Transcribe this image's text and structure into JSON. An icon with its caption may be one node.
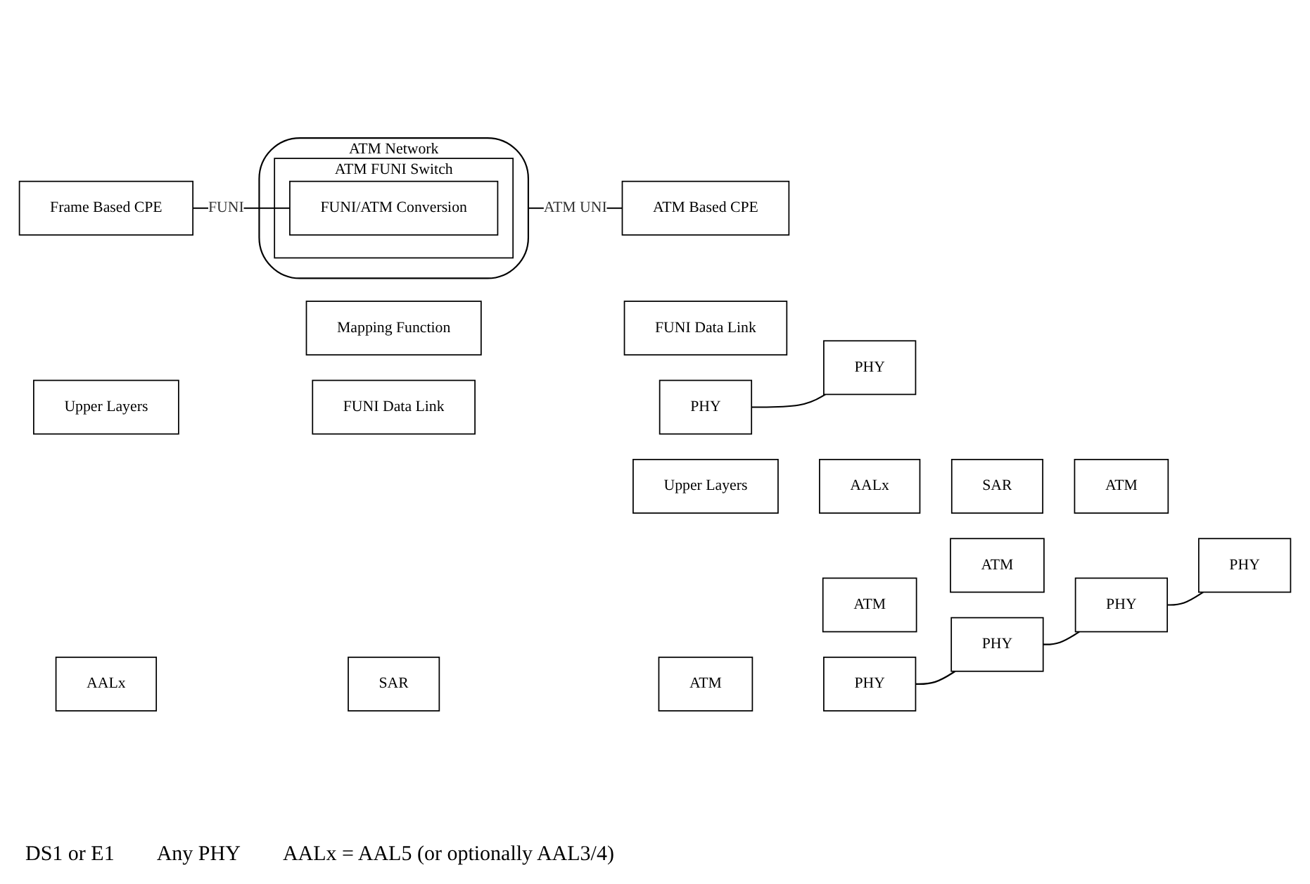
{
  "diagram": {
    "nodes": [
      {
        "text": [
          "Frame Based CPE"
        ]
      },
      {
        "text": [
          "ATM Network"
        ]
      },
      {
        "text": [
          "ATM FUNI Switch"
        ],
        "in": 1
      },
      {
        "text": [
          "FUNI/ATM Conversion"
        ],
        "in": 2
      },
      {
        "text": [
          "ATM Based CPE"
        ]
      },
      {
        "text": [
          "Upper Layers"
        ]
      },
      {
        "text": [
          "FUNI Data Link"
        ]
      },
      {
        "text": [
          "PHY"
        ]
      },
      {
        "text": [
          "Mapping Function"
        ]
      },
      {
        "text": [
          "FUNI Data Link"
        ]
      },
      {
        "text": [
          "AALx"
        ]
      },
      {
        "text": [
          "SAR"
        ]
      },
      {
        "text": [
          "ATM"
        ]
      },
      {
        "text": [
          "PHY"
        ]
      },
      {
        "text": [
          "PHY"
        ]
      },
      {
        "text": [
          "ATM"
        ]
      },
      {
        "text": [
          "PHY"
        ]
      },
      {
        "text": [
          "ATM"
        ]
      },
      {
        "text": [
          "PHY"
        ]
      },
      {
        "text": [
          "Upper Layers"
        ]
      },
      {
        "text": [
          "AALx"
        ]
      },
      {
        "text": [
          "SAR"
        ]
      },
      {
        "text": [
          "ATM"
        ]
      },
      {
        "text": [
          "PHY"
        ]
      }
    ],
    "edges": [
      {
        "from": 0,
        "to": 3,
        "arrow": "none",
        "label": "FUNI"
      },
      {
        "from": 1,
        "to": 4,
        "arrow": "none",
        "label": "ATM UNI"
      },
      {
        "from": 7,
        "to": 13,
        "arrow": "none"
      },
      {
        "from": 14,
        "to": 16,
        "arrow": "none"
      },
      {
        "from": 16,
        "to": 18,
        "arrow": "none"
      },
      {
        "from": 18,
        "to": 23,
        "arrow": "none"
      }
    ],
    "labels": [
      "DS1 or E1",
      "Any PHY",
      "AALx = AAL5 (or optionally AAL3/4)"
    ]
  }
}
